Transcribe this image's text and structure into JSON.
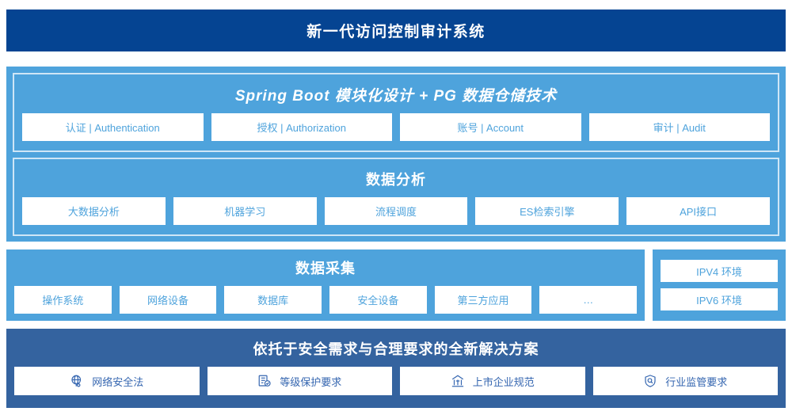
{
  "header": {
    "title": "新一代访问控制审计系统"
  },
  "platform": {
    "tech_band": {
      "title": "Spring Boot 模块化设计 + PG 数据仓储技术",
      "cards": [
        "认证 | Authentication",
        "授权 | Authorization",
        "账号 | Account",
        "审计 | Audit"
      ]
    },
    "analysis_band": {
      "title": "数据分析",
      "cards": [
        "大数据分析",
        "机器学习",
        "流程调度",
        "ES检索引擎",
        "API接口"
      ]
    }
  },
  "collection": {
    "title": "数据采集",
    "cards": [
      "操作系统",
      "网络设备",
      "数据库",
      "安全设备",
      "第三方应用",
      "…"
    ],
    "environments": [
      "IPV4 环境",
      "IPV6 环境"
    ]
  },
  "compliance": {
    "title": "依托于安全需求与合理要求的全新解决方案",
    "cards": [
      {
        "icon": "globe-network-icon",
        "label": "网络安全法"
      },
      {
        "icon": "document-check-icon",
        "label": "等级保护要求"
      },
      {
        "icon": "bank-building-icon",
        "label": "上市企业规范"
      },
      {
        "icon": "shield-search-icon",
        "label": "行业监管要求"
      }
    ]
  },
  "colors": {
    "header_navy": "#054492",
    "panel_blue": "#4ea3dc",
    "compliance_blue": "#34639f",
    "card_text_blue": "#4ea3dc",
    "compliance_text_blue": "#3566b0",
    "inner_border": "#cfe6f6"
  }
}
